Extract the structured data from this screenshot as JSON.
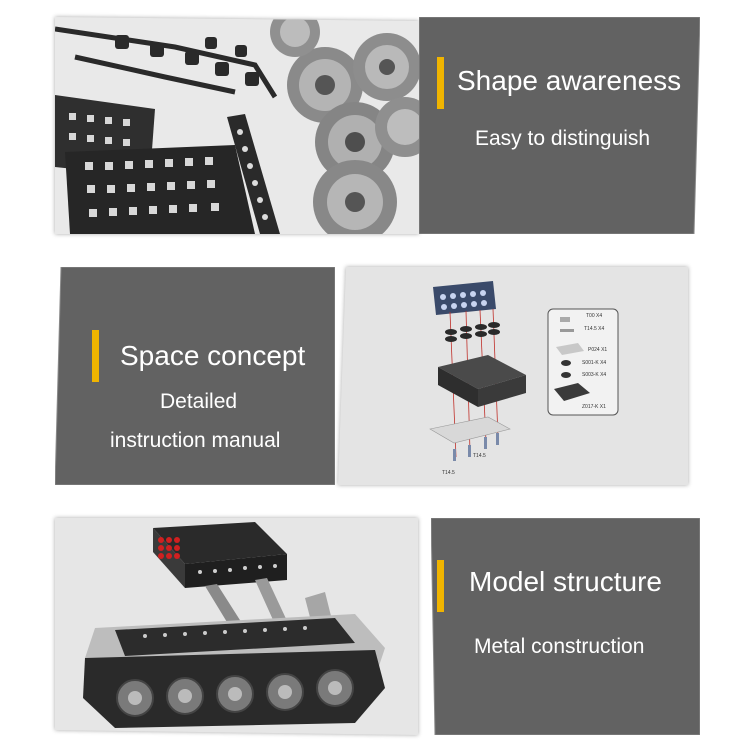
{
  "panels": [
    {
      "title": "Shape awareness",
      "lines": [
        "Easy to distinguish"
      ]
    },
    {
      "title": "Space concept",
      "lines": [
        "Detailed",
        "instruction manual"
      ]
    },
    {
      "title": "Model structure",
      "lines": [
        "Metal construction"
      ]
    }
  ],
  "diagram": {
    "parts": [
      "T00 X4",
      "T14.5 X4",
      "P024 X1",
      "S001-K X4",
      "S003-K X4",
      "Z017-K X1"
    ],
    "screw_labels": [
      "T14.5",
      "T14.5"
    ]
  },
  "colors": {
    "panel_bg": "#626262",
    "accent": "#f0b400",
    "text": "#ffffff"
  },
  "icons": [
    "parts-photo",
    "instruction-diagram",
    "rocket-tank-model-photo"
  ]
}
